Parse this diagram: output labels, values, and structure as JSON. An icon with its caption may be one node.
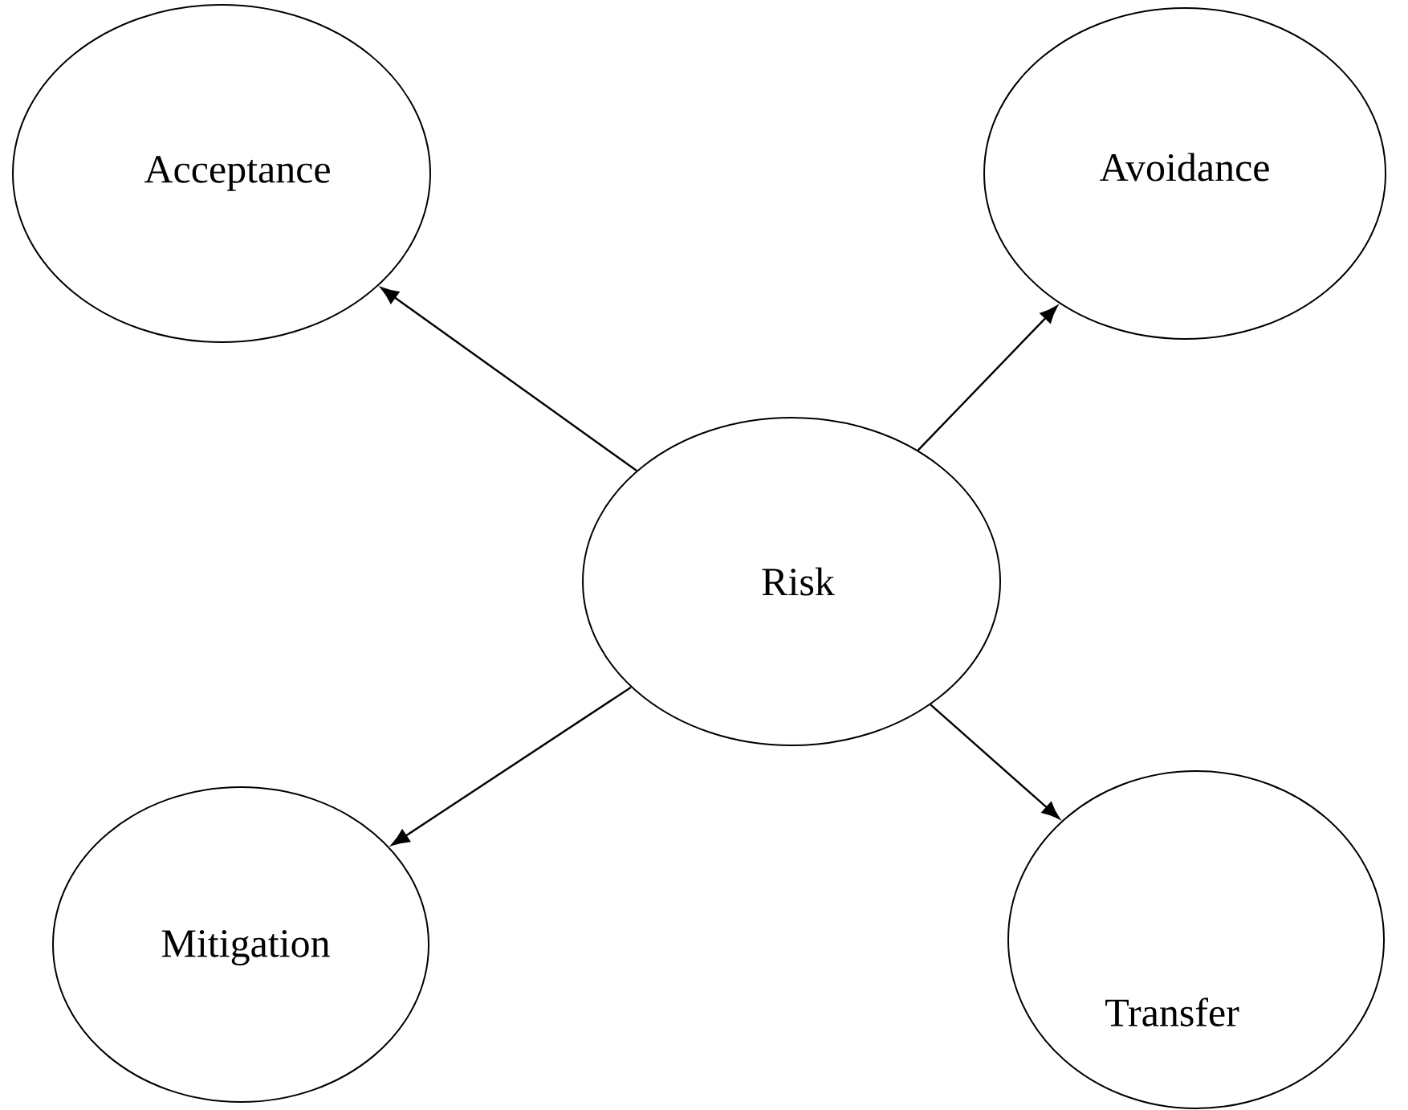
{
  "diagram": {
    "nodes": [
      {
        "text": [
          "Risk"
        ]
      },
      {
        "text": [
          "Acceptance"
        ]
      },
      {
        "text": [
          "Avoidance"
        ]
      },
      {
        "text": [
          "Mitigation"
        ]
      },
      {
        "text": [
          "Transfer"
        ]
      }
    ],
    "edges": [
      {
        "from": 0,
        "to": 1,
        "arrow": "to"
      },
      {
        "from": 0,
        "to": 2,
        "arrow": "to"
      },
      {
        "from": 0,
        "to": 3,
        "arrow": "to"
      },
      {
        "from": 0,
        "to": 4,
        "arrow": "to"
      }
    ]
  }
}
